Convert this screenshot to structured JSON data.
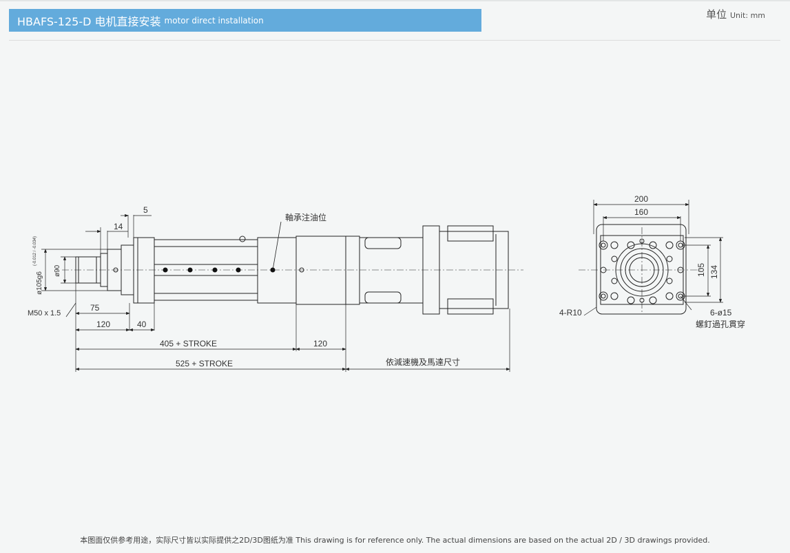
{
  "header": {
    "title": "HBAFS-125-D 电机直接安装",
    "subtitle": "motor direct installation"
  },
  "unit": {
    "label": "单位",
    "value": "Unit: mm"
  },
  "drawing": {
    "side_view": {
      "dim_5": "5",
      "dim_14": "14",
      "dim_75": "75",
      "dim_120_left": "120",
      "dim_40": "40",
      "dim_405": "405 + STROKE",
      "dim_120_right": "120",
      "dim_525": "525 + STROKE",
      "reducer_motor_label": "依減速機及馬達尺寸",
      "bearing_oil_label": "軸承注油位",
      "phi105": "ø105g6",
      "phi105_tol": "(-0.012 / -0.034)",
      "phi90": "ø90",
      "thread": "M50 x 1.5"
    },
    "end_view": {
      "dim_200": "200",
      "dim_160": "160",
      "dim_105": "105",
      "dim_134": "134",
      "radius_label": "4-R10",
      "holes_label": "6-ø15",
      "holes_note": "螺釘過孔貫穿"
    }
  },
  "footer": {
    "disclaimer": "本图面仅供参考用途，实际尺寸皆以实际提供之2D/3D图纸为准 This drawing is for reference only. The actual dimensions are based on the actual 2D / 3D drawings provided."
  }
}
